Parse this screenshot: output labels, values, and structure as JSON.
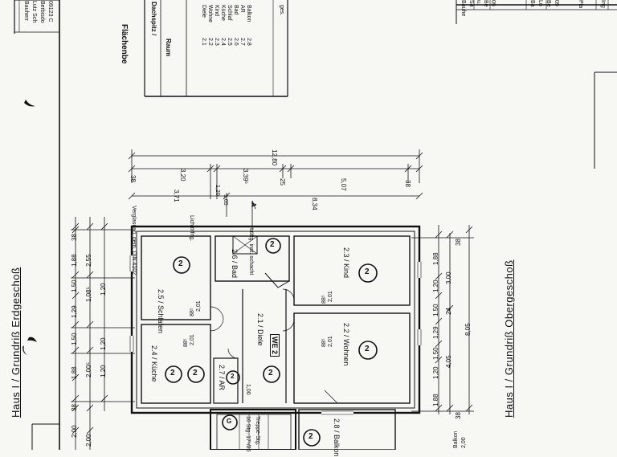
{
  "left_titlebox": {
    "rows": [
      "Bauherr",
      "Lutz Sch",
      "Berbisdo",
      "09123 C"
    ]
  },
  "left_title": "Haus I / Grundriß Erdgeschoß",
  "right_title": "Haus I / Grundriß Obergeschoß",
  "area_table": {
    "heading": "Flächenbe",
    "col_dachspitz": "Dachspitz / ",
    "col_raum": "Raum",
    "rows": [
      {
        "num": "2.1",
        "name": "Diele"
      },
      {
        "num": "2.2",
        "name": "Wohne"
      },
      {
        "num": "2.3",
        "name": "Kind"
      },
      {
        "num": "2.4",
        "name": "Küche"
      },
      {
        "num": "2.5",
        "name": "Schlaf"
      },
      {
        "num": "2.6",
        "name": "Bad"
      },
      {
        "num": "2.7",
        "name": "AR"
      },
      {
        "num": "2.8",
        "name": "Balkon"
      }
    ],
    "total_label": "ges."
  },
  "right_box": {
    "rows": [
      "Bauhe",
      "Sa",
      "u.",
      "Be",
      "09",
      "Ba",
      "Lu",
      "Be",
      "09",
      "Pla",
      "Ing"
    ]
  },
  "rooms": {
    "schlafen": "2.5 / Schlafen",
    "bad": "2.6 / Bad",
    "kind": "2.3 / Kind",
    "kueche": "2.4 / Küche",
    "diele": "2.1 / Diele",
    "wohnen": "2.2 / Wohnen",
    "ar": "2.7 / AR",
    "balkon": "2.8 / Balkon",
    "we2": "WE 2"
  },
  "dimensions": {
    "top_total": "12,80",
    "top_a": "3,20",
    "top_b": "3,39⁵",
    "top_c": "25",
    "top_d": "5,07",
    "top_e": "38",
    "top_f": "38",
    "top_g": "8,34",
    "top_h": "3,71",
    "top_i": "1,20",
    "top_j": "1,05",
    "left_a": "2,00",
    "left_b": "1,20",
    "left_c": "1,50",
    "left_d": "1,20",
    "left_e": "1,29",
    "left_f": "1,50",
    "left_g": "1,20",
    "left_h": "2,55",
    "left_i": "1,88",
    "left_j": "38",
    "left_k": "1,88",
    "left_l": "2,00⁵",
    "left_m": "1,08⁵",
    "right_a": "1,88",
    "right_b": "1,20",
    "right_c": "1,50",
    "right_d": "1,29",
    "right_e": "1,50",
    "right_f": "1,20",
    "right_g": "1,88",
    "right_h": "3,00",
    "right_i": "4,05",
    "right_j": "8,05",
    "right_k": "24",
    "right_l": "38",
    "right_m": "38",
    "room_h1": "2,01",
    "room_h2": "2,01",
    "room_h3": "2,01",
    "room_h4": "2,01",
    "room_h5": "88⁵",
    "room_h6": "88⁵",
    "room_h7": "88⁵",
    "room_h8": "88⁵",
    "balkon_w": "2,00",
    "balkon_side": "Balkon",
    "bottom_left": "2,00",
    "bottom_left2": "38"
  },
  "notes": {
    "verglasung": "Verglasung, gem. DIN 4102",
    "lichtoffnung": "Lichtöffng.",
    "luftung": "Lüftg. inst. schacht",
    "treppe": "16 Stg. 17⁵/26",
    "treppe2": "Treppe-Stg.",
    "w100": "1,00",
    "mark_a": "A",
    "circle_g": "G"
  },
  "symbols": {
    "number_in_circle": "2"
  }
}
